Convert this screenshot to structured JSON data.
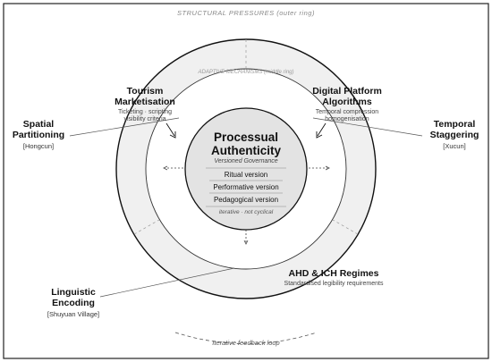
{
  "diagram": {
    "outer_ring_caption": "STRUCTURAL PRESSURES (outer ring)",
    "middle_ring_caption": "ADAPTIVE MECHANISMS (middle ring)",
    "center": {
      "title_line1": "Processual",
      "title_line2": "Authenticity",
      "subtitle": "Versioned Governance",
      "versions": [
        "Ritual version",
        "Performative version",
        "Pedagogical version"
      ],
      "footer": "iterative · not cyclical"
    },
    "mechanisms": {
      "tourism": {
        "title_line1": "Tourism",
        "title_line2": "Marketisation",
        "sub_line1": "Ticketing · scripting",
        "sub_line2": "visibility criteria"
      },
      "digital": {
        "title_line1": "Digital Platform",
        "title_line2": "Algorithms",
        "sub_line1": "Temporal compression",
        "sub_line2": "homogenisation"
      },
      "ahd": {
        "title": "AHD & ICH Regimes",
        "sub": "Standardised legibility requirements"
      }
    },
    "pressures": {
      "spatial": {
        "title_line1": "Spatial",
        "title_line2": "Partitioning",
        "case": "[Hongcun]"
      },
      "temporal": {
        "title_line1": "Temporal",
        "title_line2": "Staggering",
        "case": "[Xucun]"
      },
      "linguistic": {
        "title_line1": "Linguistic",
        "title_line2": "Encoding",
        "case": "[Shuyuan Village]"
      }
    },
    "feedback_caption": "Iterative feedback loop"
  }
}
